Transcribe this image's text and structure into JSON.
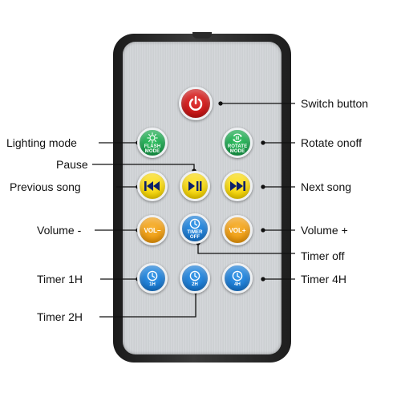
{
  "labels": {
    "switch_button": "Switch button",
    "lighting_mode": "Lighting mode",
    "rotate_onoff": "Rotate onoff",
    "pause": "Pause",
    "previous_song": "Previous song",
    "next_song": "Next song",
    "volume_minus": "Volume -",
    "volume_plus": "Volume +",
    "timer_off": "Timer off",
    "timer_1h": "Timer 1H",
    "timer_4h": "Timer 4H",
    "timer_2h": "Timer 2H"
  },
  "buttons": {
    "flash_mode": "FLASH\nMODE",
    "rotate_mode": "ROTATE\nMODE",
    "vol_minus": "VOL−",
    "vol_plus": "VOL+",
    "timer_off": "TIMER OFF",
    "t1h": "1H",
    "t2h": "2H",
    "t4h": "4H"
  },
  "colors": {
    "power": "#c81414",
    "green": "#16a04a",
    "yellow": "#f5d400",
    "orange": "#ee9a0c",
    "blue": "#1778d2",
    "glyph_dark": "#0b1f6b"
  },
  "icons": {
    "power": "power-icon",
    "flash_mode": "sun-icon",
    "rotate_mode": "rotate-icon",
    "previous": "previous-track-icon",
    "play_pause": "play-pause-icon",
    "next": "next-track-icon",
    "clock": "clock-icon"
  }
}
